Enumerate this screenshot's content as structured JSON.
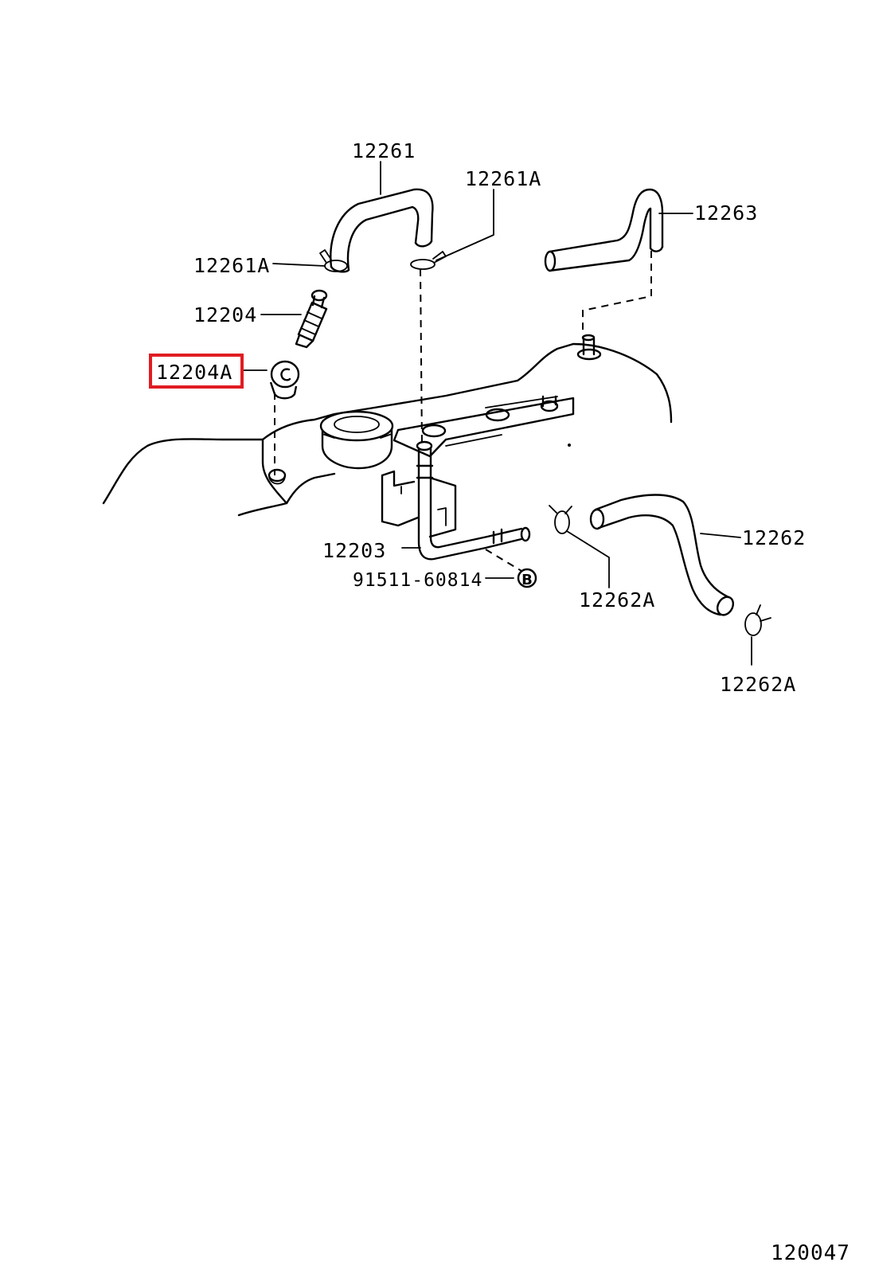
{
  "diagram": {
    "highlight_color": "#e11b22",
    "callouts": {
      "hose_12261": "12261",
      "clip_12261a_top": "12261A",
      "clip_12261a_left": "12261A",
      "hose_12263": "12263",
      "pcv_valve": "12204",
      "grommet_highlighted": "12204A",
      "pipe_12203": "12203",
      "bolt": "91511-60814",
      "bolt_marker": "B",
      "hose_12262": "12262",
      "clip_12262a_mid": "12262A",
      "clip_12262a_bottom": "12262A"
    },
    "figure_number": "120047"
  }
}
